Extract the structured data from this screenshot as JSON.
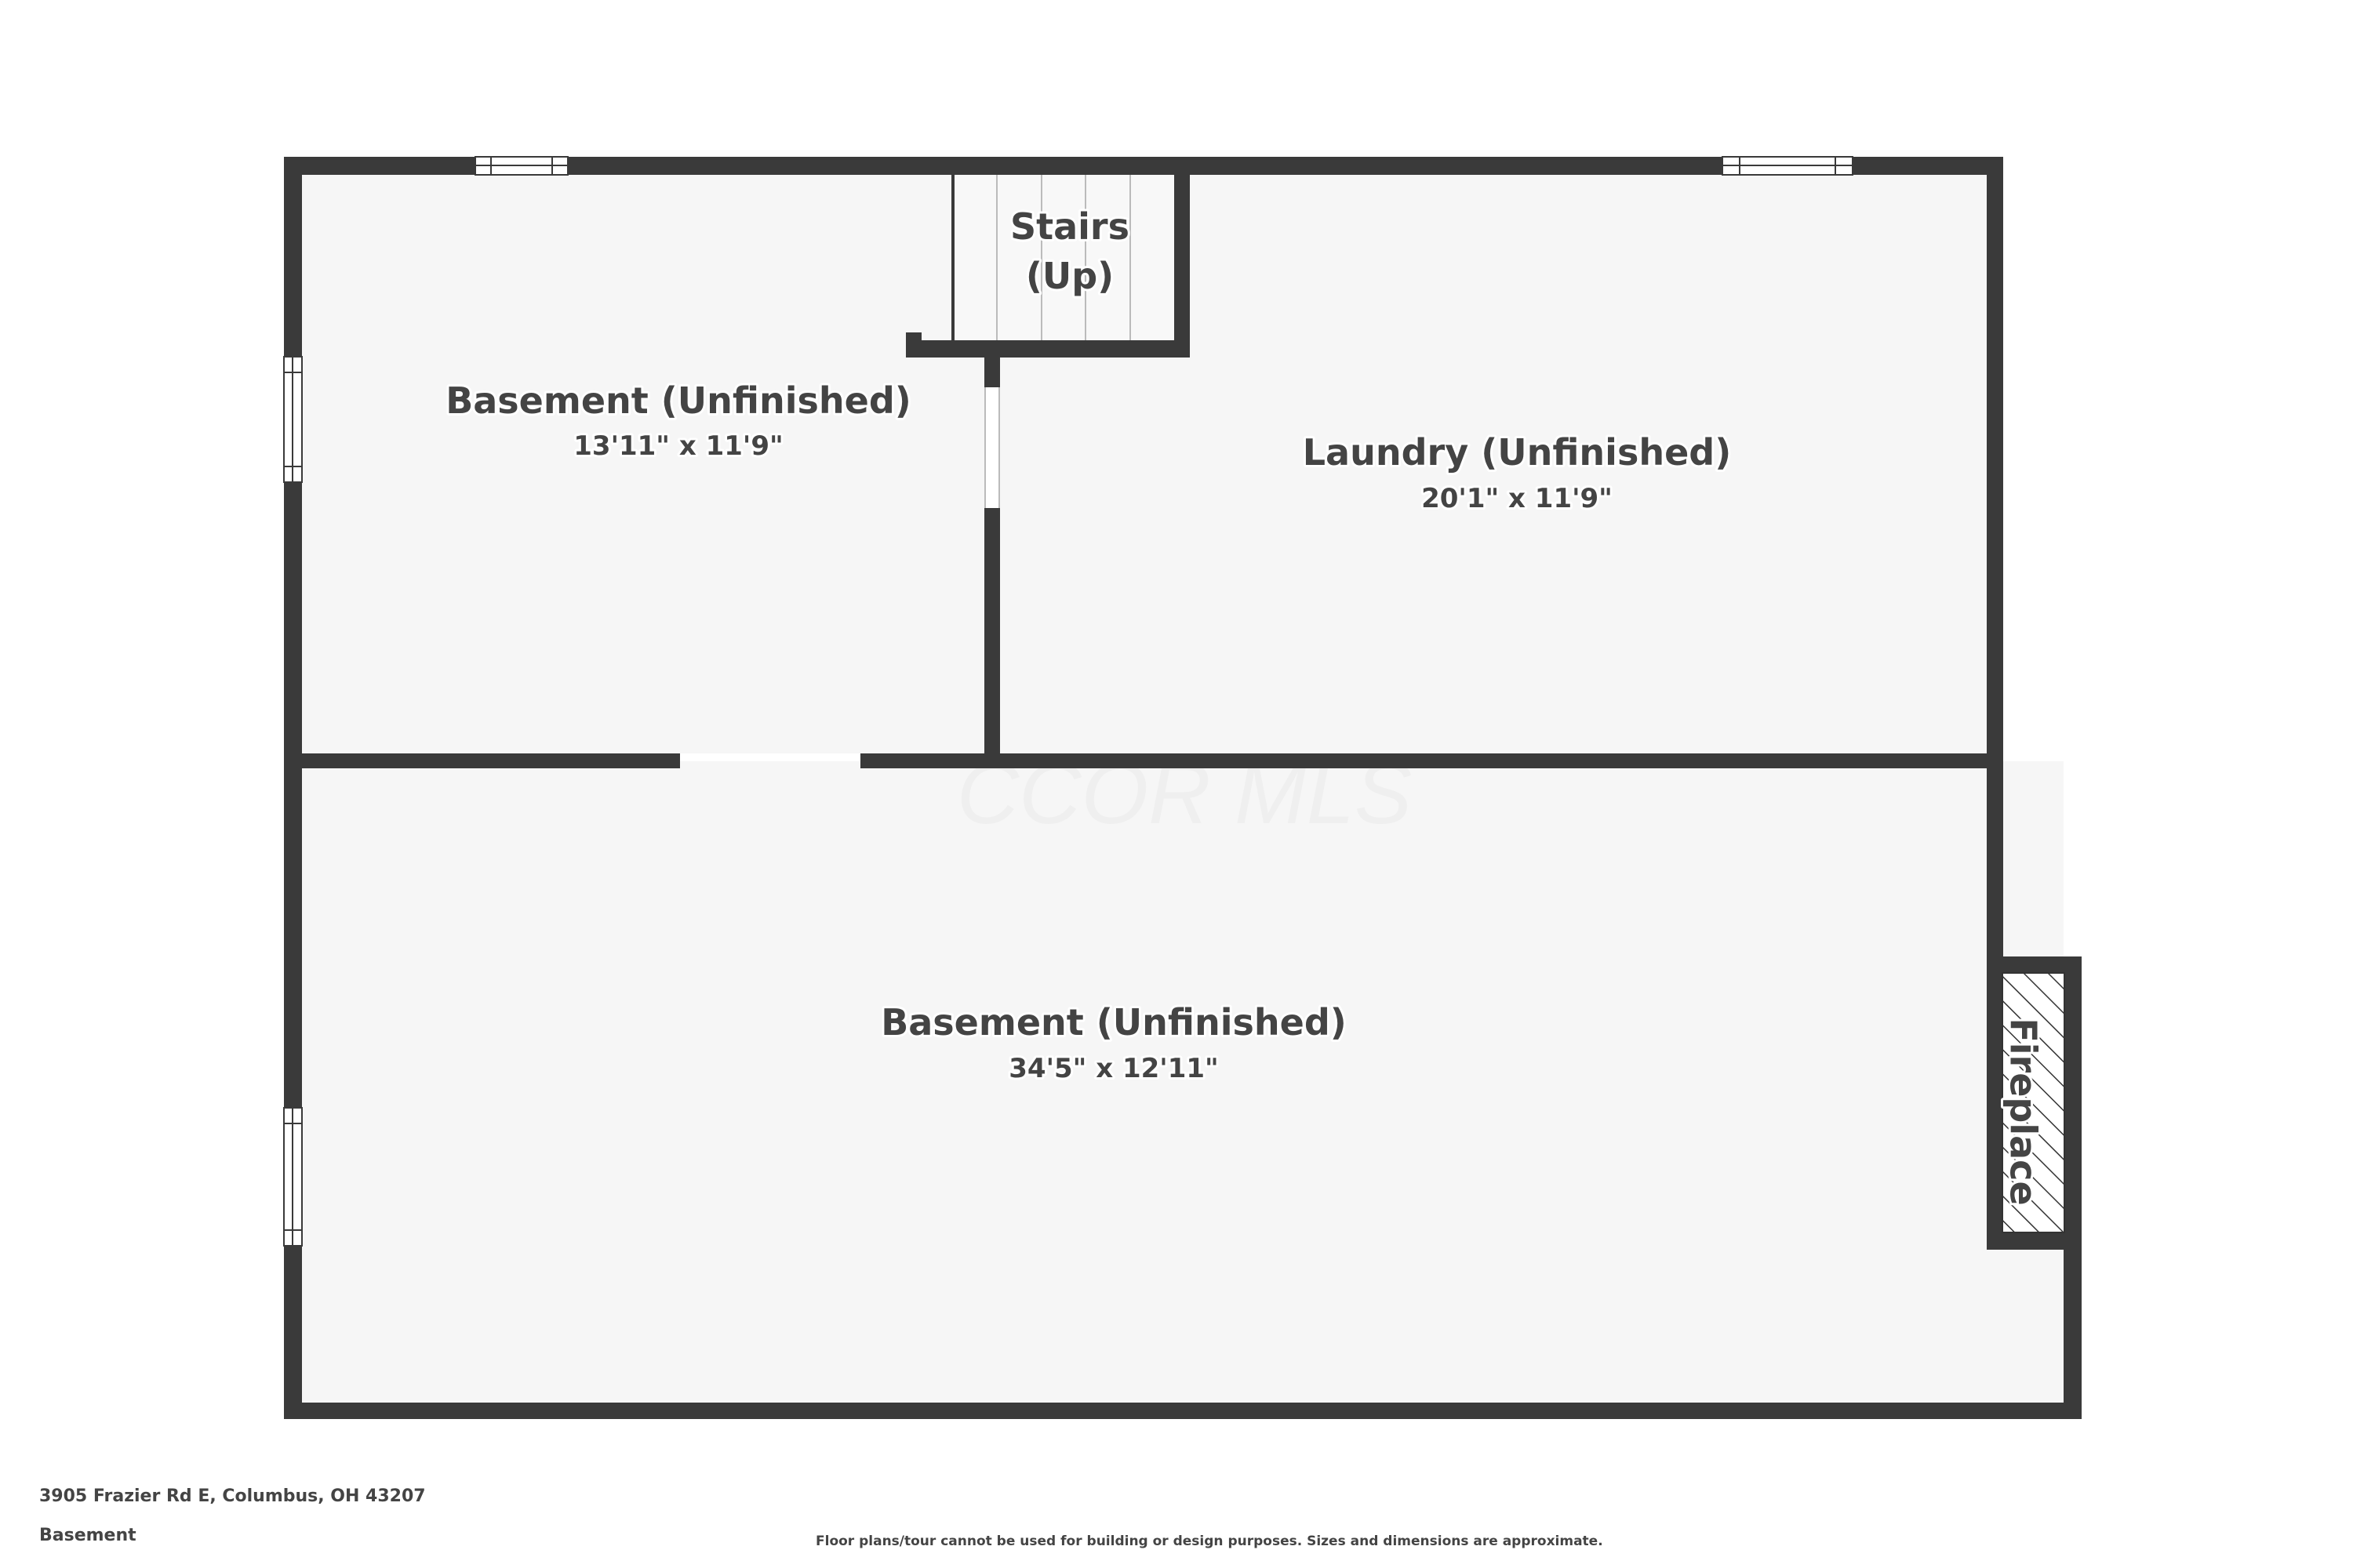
{
  "watermark": "CCOR MLS",
  "rooms": {
    "basement_top_left": {
      "name": "Basement (Unfinished)",
      "dimensions": "13'11\" x 11'9\""
    },
    "laundry": {
      "name": "Laundry (Unfinished)",
      "dimensions": "20'1\" x 11'9\""
    },
    "basement_bottom": {
      "name": "Basement (Unfinished)",
      "dimensions": "34'5\" x 12'11\""
    }
  },
  "stairs": {
    "line1": "Stairs",
    "line2": "(Up)"
  },
  "fireplace": {
    "label": "Fireplace"
  },
  "footer": {
    "address": "3905 Frazier Rd E, Columbus, OH 43207",
    "floor": "Basement",
    "disclaimer": "Floor plans/tour cannot be used for building or design purposes. Sizes and dimensions are approximate."
  }
}
